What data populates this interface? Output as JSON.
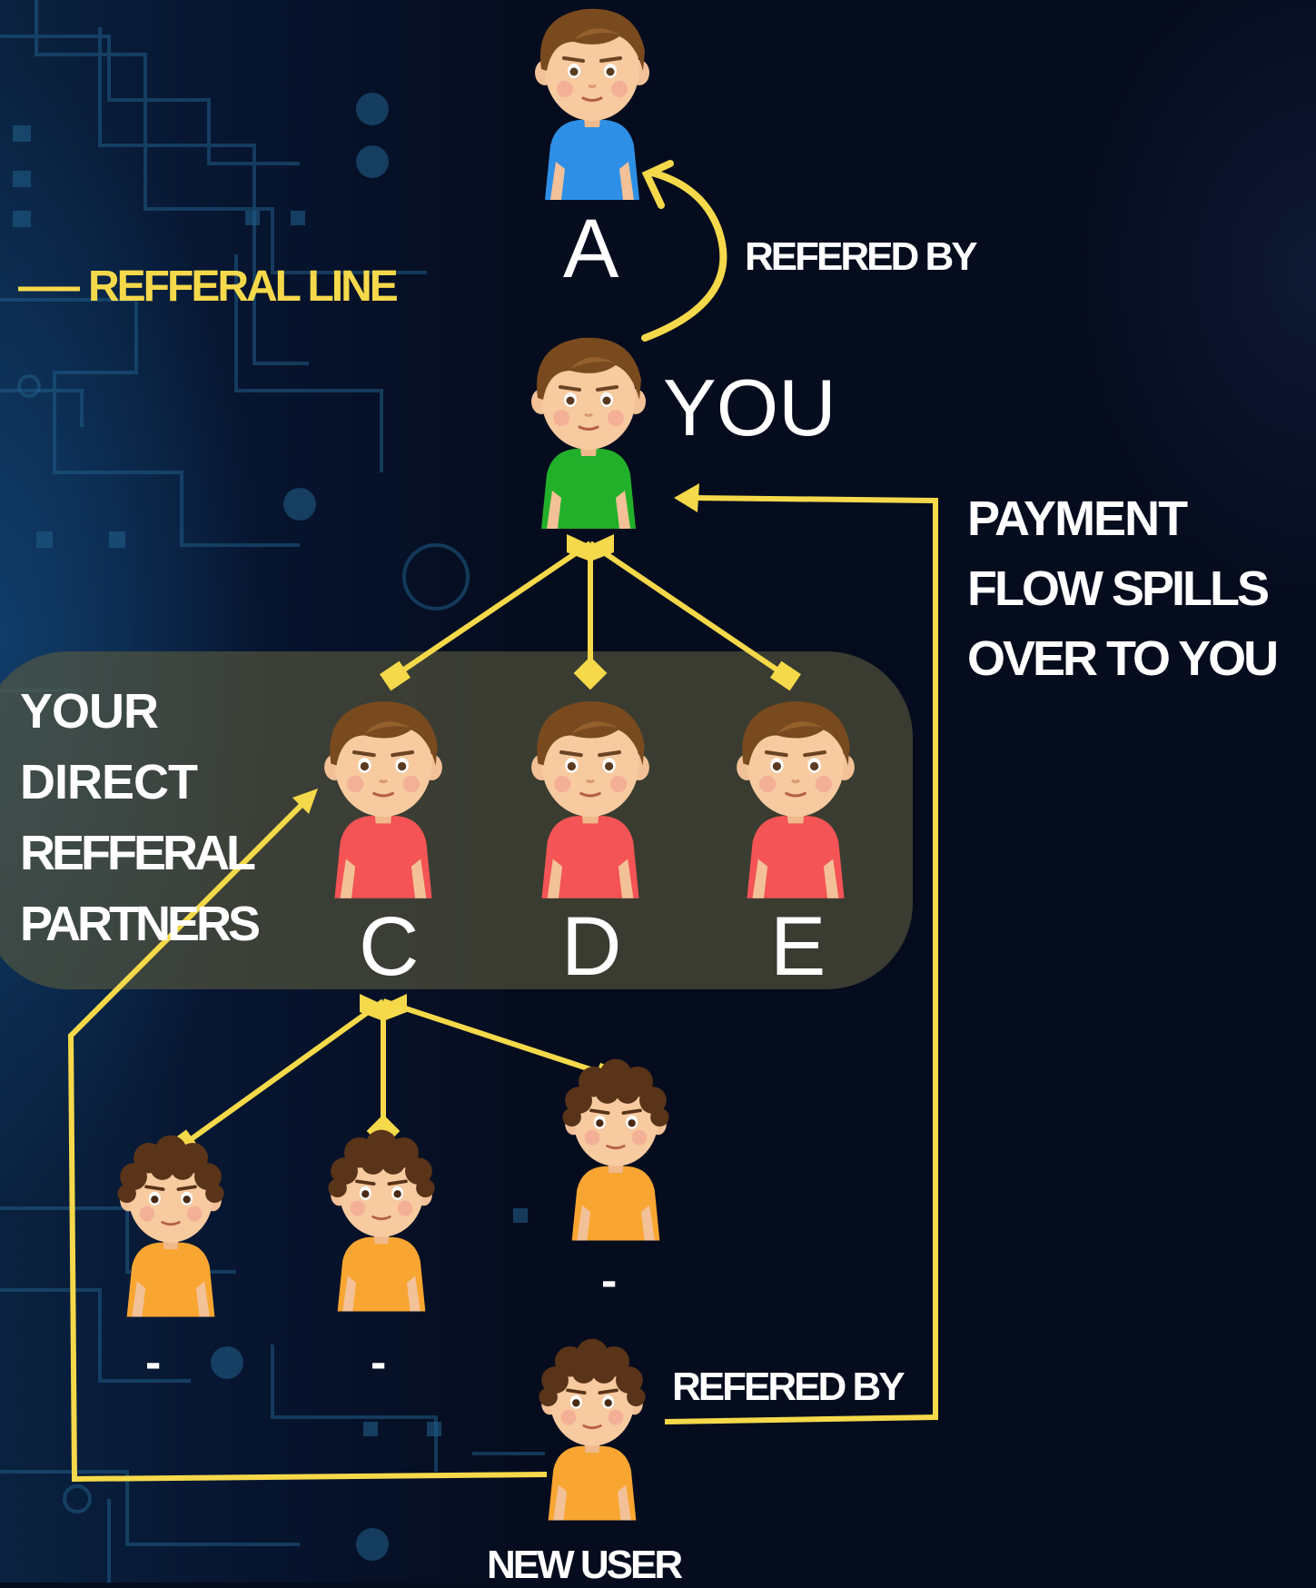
{
  "legend": {
    "label": "REFFERAL LINE",
    "line_color": "#f5d94a"
  },
  "nodes": {
    "a": {
      "label": "A",
      "shirt": "#2e8fe6"
    },
    "you": {
      "label": "YOU",
      "shirt": "#22b02a"
    },
    "c": {
      "label": "C",
      "shirt": "#f45455"
    },
    "d": {
      "label": "D",
      "shirt": "#f45455"
    },
    "e": {
      "label": "E",
      "shirt": "#f45455"
    },
    "sub1": {
      "label": "-",
      "shirt": "#f8a631"
    },
    "sub2": {
      "label": "-",
      "shirt": "#f8a631"
    },
    "sub3": {
      "label": "-",
      "shirt": "#f8a631"
    },
    "new_user": {
      "label": "NEW USER",
      "shirt": "#f8a631"
    }
  },
  "annotations": {
    "refered_by_top": "REFERED BY",
    "refered_by_bottom": "REFERED BY",
    "payment_flow": [
      "PAYMENT",
      "FLOW SPILLS",
      "OVER TO YOU"
    ],
    "direct_partners": [
      "YOUR",
      "DIRECT",
      "REFFERAL",
      "PARTNERS"
    ]
  },
  "colors": {
    "background": "#050c1e",
    "accent": "#f5d94a",
    "partners_box": "#5c5a3e"
  }
}
